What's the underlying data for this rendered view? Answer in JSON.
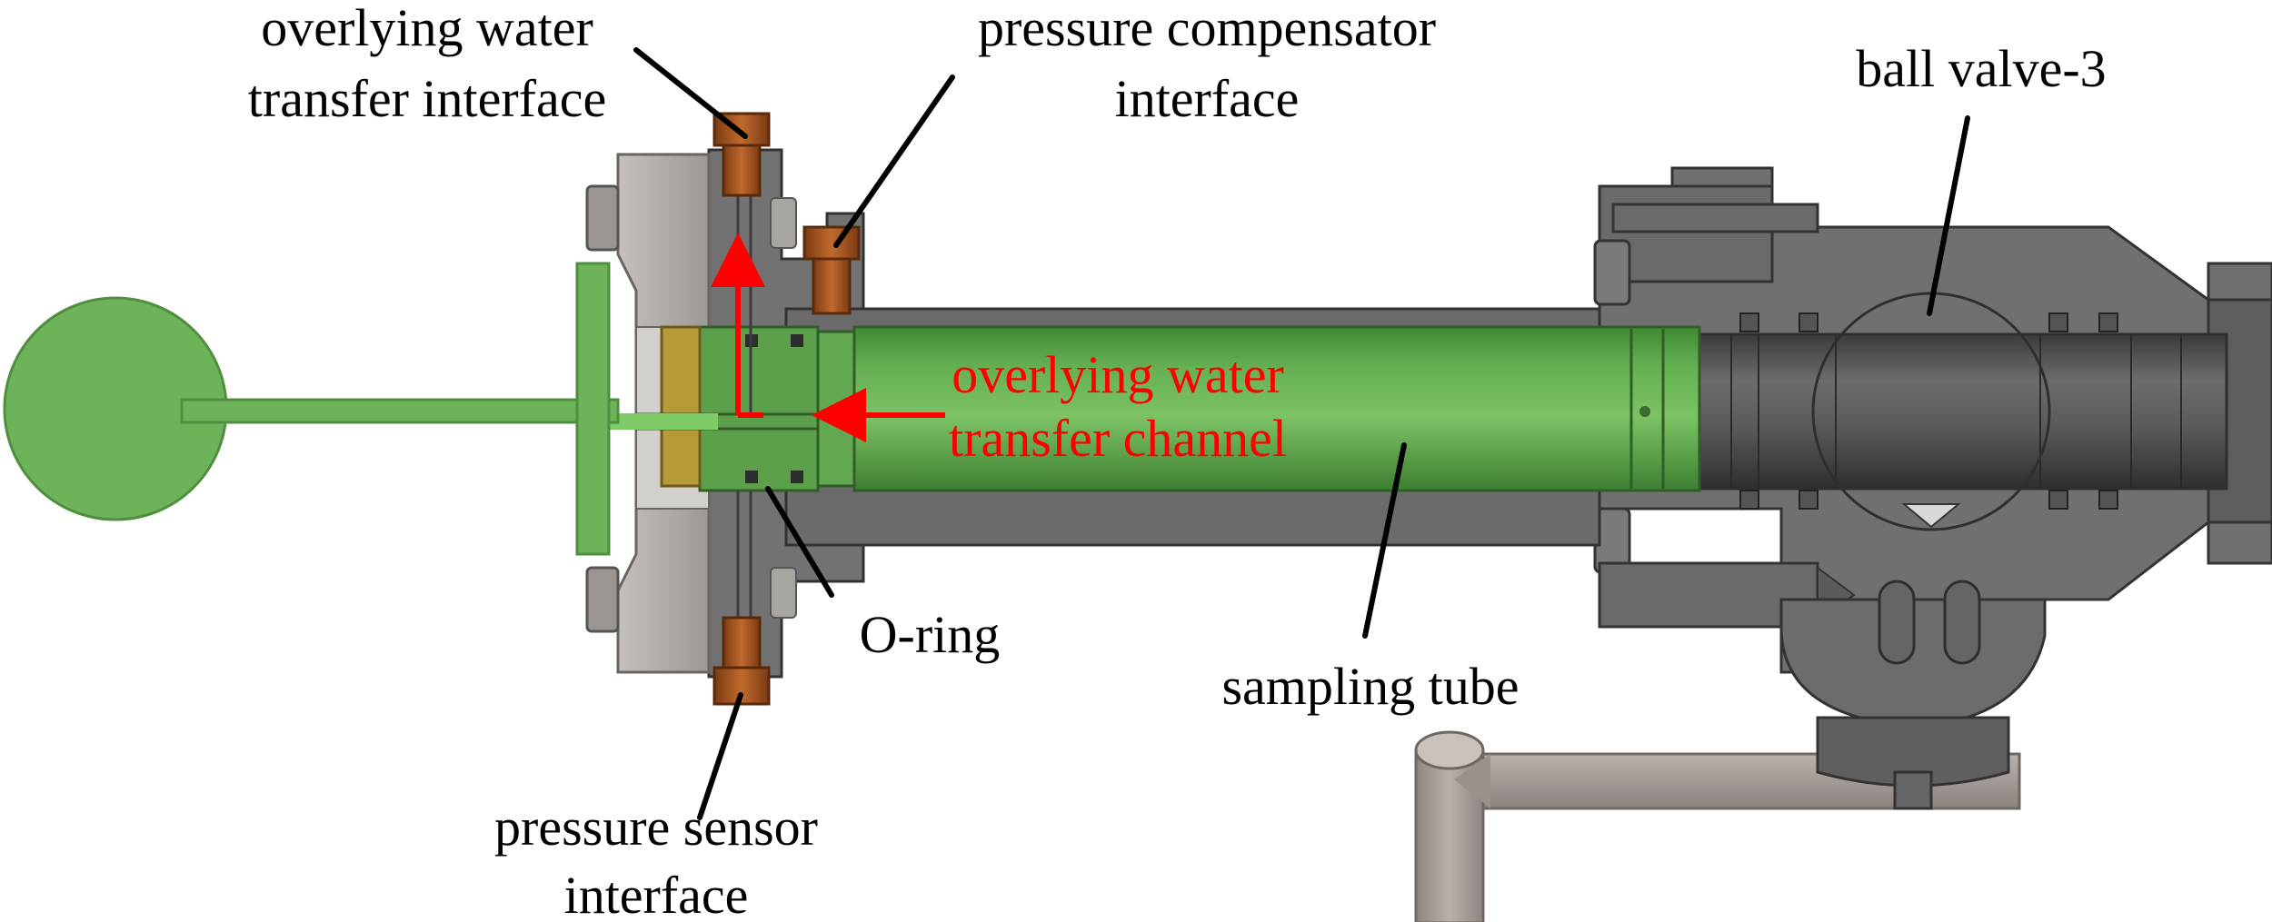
{
  "colors": {
    "body_metal": "#6f6f6f",
    "dark_metal": "#575757",
    "light_metal": "#8c8c8c",
    "flange": "#a49f99",
    "green_part": "#6db35a",
    "green_dark": "#4f8f3e",
    "fitting": "#a9521b",
    "brass": "#b69a3a",
    "handle": "#a39b97",
    "arrow": "#ff0000",
    "leader": "#000000"
  },
  "labels": {
    "overlying_water_transfer_interface": [
      "overlying water",
      "transfer interface"
    ],
    "pressure_compensator_interface": [
      "pressure compensator",
      "interface"
    ],
    "ball_valve_3": "ball valve-3",
    "overlying_water_transfer_channel": [
      "overlying water",
      "transfer channel"
    ],
    "o_ring": "O-ring",
    "sampling_tube": "sampling tube",
    "pressure_sensor_interface": [
      "pressure sensor",
      "interface"
    ]
  }
}
